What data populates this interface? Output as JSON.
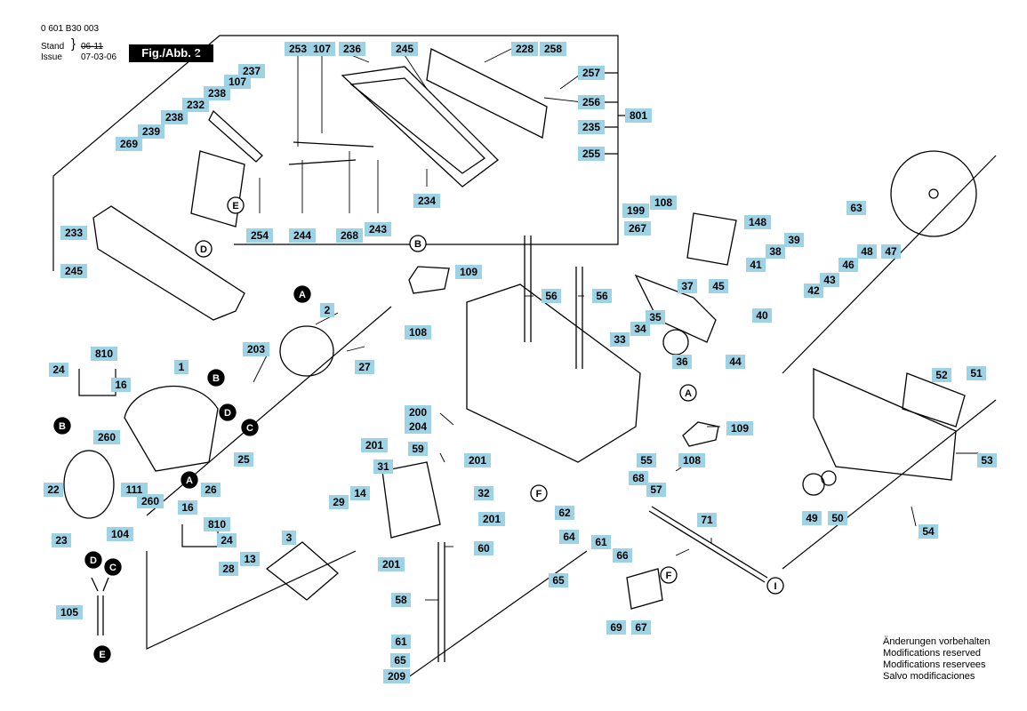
{
  "header": {
    "drawing_number": "0 601 B30 003",
    "stand_label": "Stand",
    "issue_label": "Issue",
    "date_old": "06-11",
    "date_new": "07-03-06",
    "figure_tag": "Fig./Abb. 2"
  },
  "notes": [
    "Änderungen vorbehalten",
    "Modifications reserved",
    "Modifications reservees",
    "Salvo modificaciones"
  ],
  "callouts": {
    "c0": "253",
    "c1": "107",
    "c2": "236",
    "c3": "245",
    "c4": "228",
    "c5": "258",
    "c6": "257",
    "c7": "256",
    "c8": "801",
    "c9": "235",
    "c10": "255",
    "c11": "237",
    "c12": "107",
    "c13": "238",
    "c14": "232",
    "c15": "238",
    "c16": "239",
    "c17": "269",
    "c18": "233",
    "c19": "245",
    "c20": "254",
    "c21": "244",
    "c22": "268",
    "c23": "243",
    "c24": "234",
    "c25": "199",
    "c26": "108",
    "c27": "267",
    "c28": "148",
    "c29": "63",
    "c30": "39",
    "c31": "38",
    "c32": "41",
    "c33": "48",
    "c34": "47",
    "c35": "46",
    "c36": "43",
    "c37": "42",
    "c38": "37",
    "c39": "45",
    "c40": "40",
    "c41": "109",
    "c42": "108",
    "c43": "56",
    "c44": "56",
    "c45": "2",
    "c46": "33",
    "c47": "34",
    "c48": "35",
    "c49": "36",
    "c50": "44",
    "c51": "203",
    "c52": "27",
    "c53": "810",
    "c54": "1",
    "c55": "24",
    "c56": "16",
    "c57": "260",
    "c58": "22",
    "c59": "111",
    "c60": "25",
    "c61": "26",
    "c62": "260",
    "c63": "16",
    "c64": "810",
    "c65": "24",
    "c66": "23",
    "c67": "104",
    "c68": "105",
    "c69": "200",
    "c70": "204",
    "c71": "59",
    "c72": "201",
    "c73": "201",
    "c74": "31",
    "c75": "32",
    "c76": "29",
    "c77": "14",
    "c78": "201",
    "c79": "3",
    "c80": "60",
    "c81": "201",
    "c82": "28",
    "c83": "13",
    "c84": "58",
    "c85": "61",
    "c86": "65",
    "c87": "209",
    "c88": "109",
    "c89": "108",
    "c90": "55",
    "c91": "68",
    "c92": "57",
    "c93": "62",
    "c94": "64",
    "c95": "71",
    "c96": "61",
    "c97": "66",
    "c98": "65",
    "c99": "69",
    "c100": "67",
    "c101": "52",
    "c102": "51",
    "c103": "53",
    "c104": "49",
    "c105": "50",
    "c106": "54"
  },
  "ref_letters": {
    "r0": "E",
    "r1": "D",
    "r2": "B",
    "r3": "A",
    "r4": "A",
    "r5": "B",
    "r6": "D",
    "r7": "C",
    "r8": "B",
    "r9": "A",
    "r10": "F",
    "r11": "F",
    "r12": "I",
    "r13": "D",
    "r14": "C",
    "r15": "E"
  },
  "colors": {
    "callout_fill": "#9ed3e6",
    "line": "#000000",
    "figure_tag_bg": "#000000"
  }
}
